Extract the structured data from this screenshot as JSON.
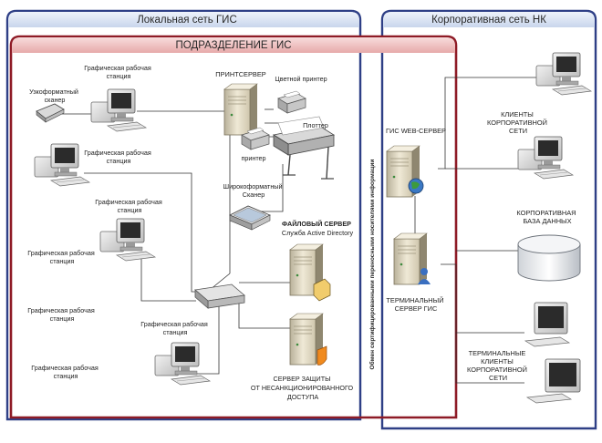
{
  "panels": {
    "local": "Локальная сеть ГИС",
    "corporate": "Корпоративная сеть НК",
    "subdivision": "ПОДРАЗДЕЛЕНИЕ ГИС"
  },
  "exchange_label": "Обмен сертифицированными переносными носителями информации",
  "workstations": {
    "ws1": [
      "Графическая рабочая",
      "станция"
    ],
    "ws2": [
      "Графическая рабочая",
      "станция"
    ],
    "ws3": [
      "Графическая рабочая",
      "станция"
    ],
    "ws4": [
      "Графическая рабочая",
      "станция"
    ],
    "ws5": [
      "Графическая рабочая",
      "станция"
    ],
    "ws6": [
      "Графическая рабочая",
      "станция"
    ],
    "ws7": [
      "Графическая рабочая",
      "станция"
    ]
  },
  "devices": {
    "narrow_scanner": [
      "Узкоформатный",
      "сканер"
    ],
    "print_server": "ПРИНТСЕРВЕР",
    "color_printer": "Цветной принтер",
    "plotter": "Плоттер",
    "printer": "принтер",
    "wide_scanner": [
      "Широкоформатный",
      "Сканер"
    ],
    "file_server": [
      "ФАЙЛОВЫЙ СЕРВЕР",
      "Служба Active Directory"
    ],
    "security_server": [
      "СЕРВЕР ЗАЩИТЫ",
      "ОТ НЕСАНКЦИОНИРОВАННОГО",
      "ДОСТУПА"
    ]
  },
  "corporate": {
    "web_server": "ГИС WEB-СЕРВЕР",
    "clients": [
      "КЛИЕНТЫ",
      "КОРПОРАТИВНОЙ",
      "СЕТИ"
    ],
    "database": [
      "КОРПОРАТИВНАЯ",
      "БАЗА ДАННЫХ"
    ],
    "terminal_server": [
      "ТЕРМИНАЛЬНЫЙ",
      "СЕРВЕР ГИС"
    ],
    "terminal_clients": [
      "ТЕРМИНАЛЬНЫЕ",
      "КЛИЕНТЫ",
      "КОРПОРАТИВНОЙ",
      "СЕТИ"
    ]
  }
}
